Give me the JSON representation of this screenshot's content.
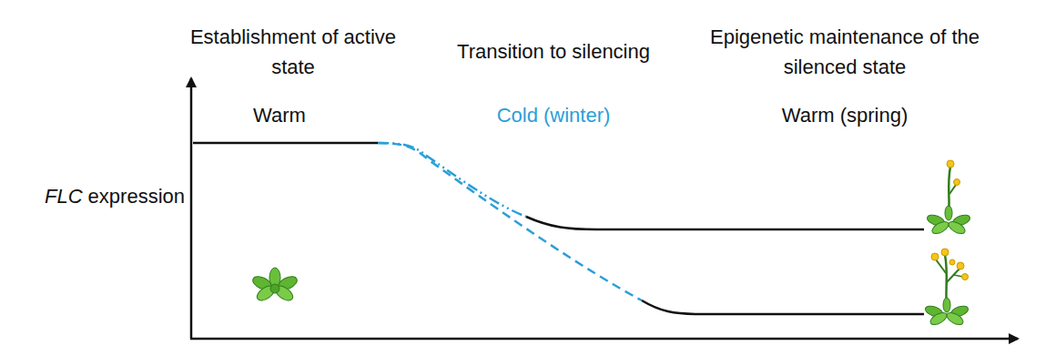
{
  "diagram": {
    "labels": [
      "Establishment of active state",
      "Transition to silencing",
      "Epigenetic maintenance of the silenced state",
      "Warm",
      "Cold (winter)",
      "Warm (spring)",
      "FLC",
      "expression"
    ]
  }
}
